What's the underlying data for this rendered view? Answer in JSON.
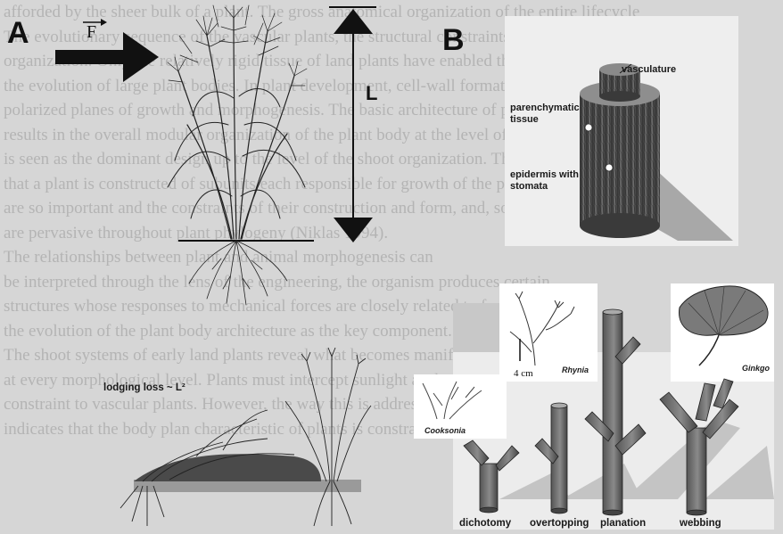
{
  "panel_a": {
    "label": "A",
    "force_label": "F",
    "length_label": "L",
    "lodging_caption": "lodging loss ~ L²"
  },
  "panel_b": {
    "label": "B",
    "stem_labels": {
      "vasculature": "vasculature",
      "parenchymatic_line1": "parenchymatic",
      "parenchymatic_line2": "tissue",
      "epidermis_line1": "epidermis with",
      "epidermis_line2": "stomata"
    },
    "scale_bar": "4 cm",
    "genera": {
      "rhynia": "Rhynia",
      "ginkgo": "Ginkgo",
      "cooksonia": "Cooksonia"
    },
    "branching_types": [
      "dichotomy",
      "overtopping",
      "planation",
      "webbing"
    ]
  },
  "background_text": [
    "afforded by the sheer bulk of a plant. The gross anatomical organization of the entire lifecycle",
    "The evolutionary sequence of the vascular plants, the structural constraints have conferred",
    "organization. Only the relatively rigid tissue of land plants have enabled the rigid development",
    "the evolution of large plant bodies. In plant development, cell-wall formation, development, the",
    "polarized planes of growth and morphogenesis. The basic architecture of plants at plant design",
    "results in the overall modular organization of the plant body at the level of individual",
    "is seen as the dominant design up to the level of the shoot organization. The fact",
    "that a plant is constructed of subunits each responsible for growth of the plant cell",
    "are so important and the constraints of their construction and form, and, sometimes,",
    "are pervasive throughout plant phylogeny (Niklas 1994).",
    "The relationships between plant and animal morphogenesis can",
    "be interpreted through the lens of the engineering, the organism produces certain",
    "structures whose responses to mechanical forces are closely related to form",
    "the evolution of the plant body architecture as the key component.",
    "The shoot systems of early land plants reveal what becomes manifest",
    "at every morphological level. Plants must intercept sunlight as the central",
    "constraint to vascular plants. However, the way this is addressed",
    "indicates that the body plan characteristic of plants is constrained, which"
  ]
}
